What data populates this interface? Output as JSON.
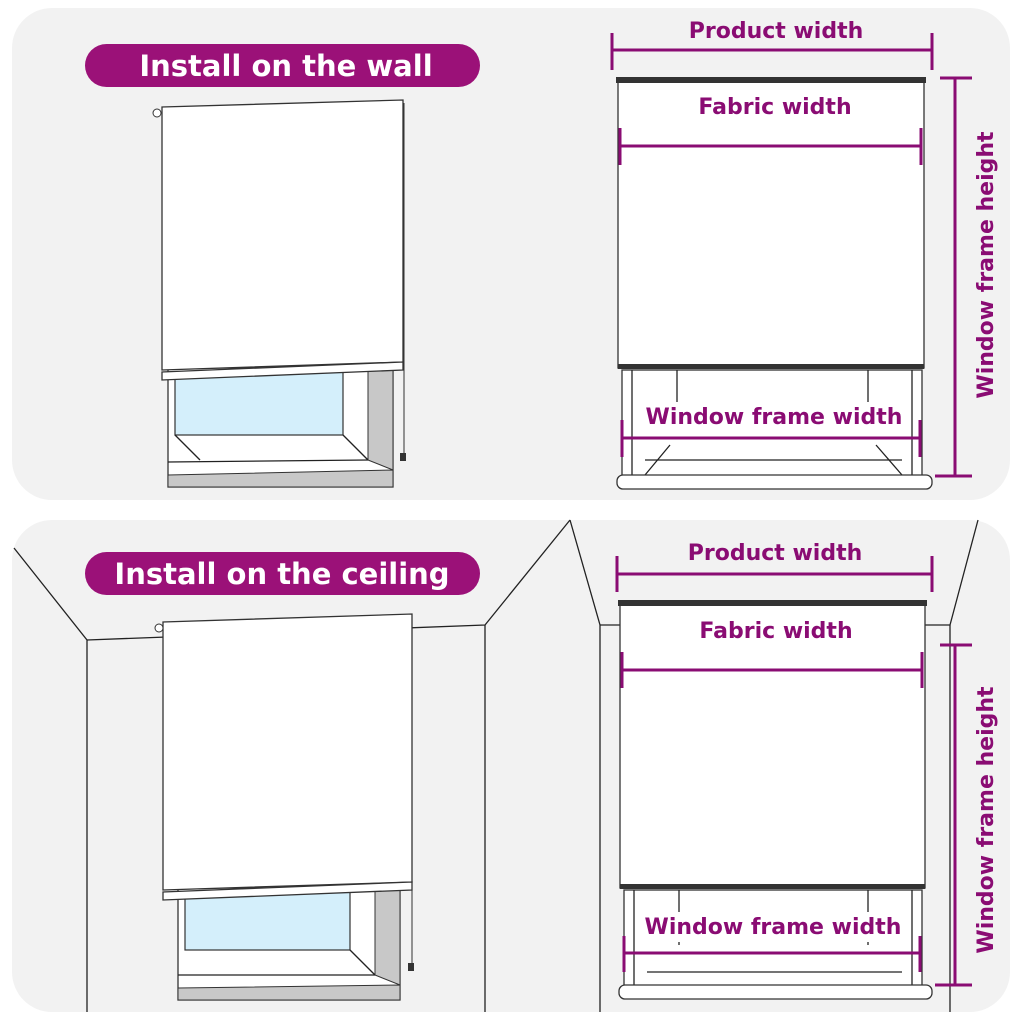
{
  "colors": {
    "accent": "#9b1178",
    "label": "#8a0c73",
    "panel": "#f2f2f2",
    "glass": "#d4effb"
  },
  "wall_section": {
    "title": "Install on the wall",
    "product_width": "Product  width",
    "fabric_width": "Fabric  width",
    "window_frame_width": "Window frame width",
    "window_frame_height": "Window frame height"
  },
  "ceiling_section": {
    "title": "Install on the ceiling",
    "product_width": "Product  width",
    "fabric_width": "Fabric  width",
    "window_frame_width": "Window frame width",
    "window_frame_height": "Window frame height"
  }
}
